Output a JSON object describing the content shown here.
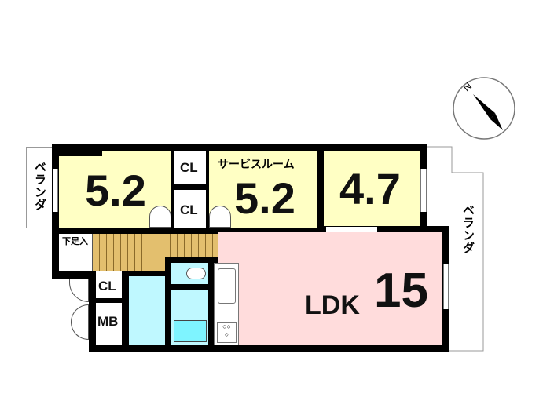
{
  "rooms": {
    "western1": {
      "size": "5.2"
    },
    "service_room": {
      "label": "サービスルーム",
      "size": "5.2"
    },
    "western2": {
      "size": "4.7"
    },
    "ldk": {
      "label": "LDK",
      "size": "15"
    }
  },
  "labels": {
    "veranda_left": "ベランダ",
    "veranda_right": "ベランダ",
    "closet1": "CL",
    "closet2": "CL",
    "closet3": "CL",
    "shoe_storage": "下足入",
    "meter_box": "MB"
  },
  "compass": {
    "north": "N"
  },
  "colors": {
    "western": "#ffffc4",
    "ldk": "#ffdcdc",
    "wet": "#bff8ff",
    "floor": "#e3bf6e"
  }
}
